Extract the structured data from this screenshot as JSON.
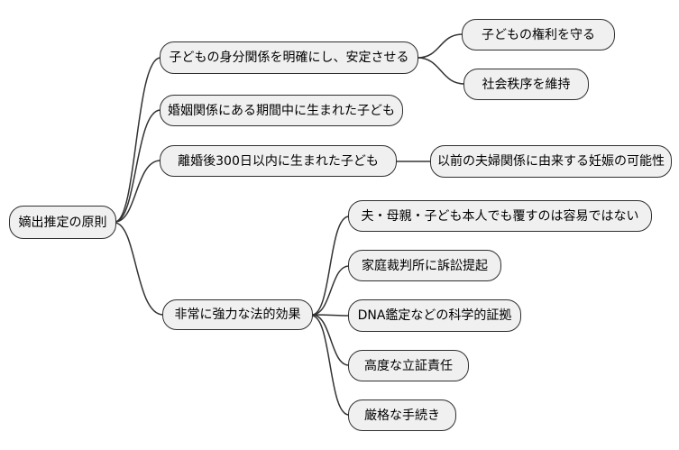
{
  "mindmap": {
    "root": {
      "label": "嫡出推定の原則"
    },
    "branches": [
      {
        "label": "子どもの身分関係を明確にし、安定させる",
        "children": [
          {
            "label": "子どもの権利を守る"
          },
          {
            "label": "社会秩序を維持"
          }
        ]
      },
      {
        "label": "婚姻関係にある期間中に生まれた子ども",
        "children": []
      },
      {
        "label": "離婚後300日以内に生まれた子ども",
        "children": [
          {
            "label": "以前の夫婦関係に由来する妊娠の可能性"
          }
        ]
      },
      {
        "label": "非常に強力な法的効果",
        "children": [
          {
            "label": "夫・母親・子ども本人でも覆すのは容易ではない"
          },
          {
            "label": "家庭裁判所に訴訟提起"
          },
          {
            "label": "DNA鑑定などの科学的証拠"
          },
          {
            "label": "高度な立証責任"
          },
          {
            "label": "厳格な手続き"
          }
        ]
      }
    ],
    "colors": {
      "background": "#ffffff",
      "node_fill": "#f0f0f0",
      "node_border": "#2f2f2f",
      "edge_line": "#333333",
      "text": "#000000"
    }
  }
}
